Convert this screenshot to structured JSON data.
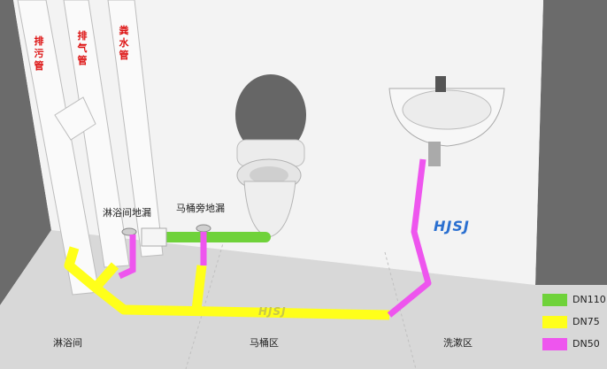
{
  "pipes_vertical_labels": {
    "sewage": "排污管",
    "vent": "排气管",
    "soil": "粪水管"
  },
  "drain_labels": {
    "shower_drain": "淋浴间地漏",
    "toilet_side_drain": "马桶旁地漏"
  },
  "zone_labels": {
    "shower": "淋浴间",
    "toilet": "马桶区",
    "wash": "洗漱区"
  },
  "brand": {
    "text": "HJSJ"
  },
  "legend": [
    {
      "label": "DN110",
      "color": "#6fd23a"
    },
    {
      "label": "DN75",
      "color": "#ffff1a"
    },
    {
      "label": "DN50",
      "color": "#ee55ee"
    }
  ],
  "colors": {
    "wall": "#f2f2f2",
    "floor": "#d9d9d9",
    "dark_wall": "#6b6b6b"
  }
}
